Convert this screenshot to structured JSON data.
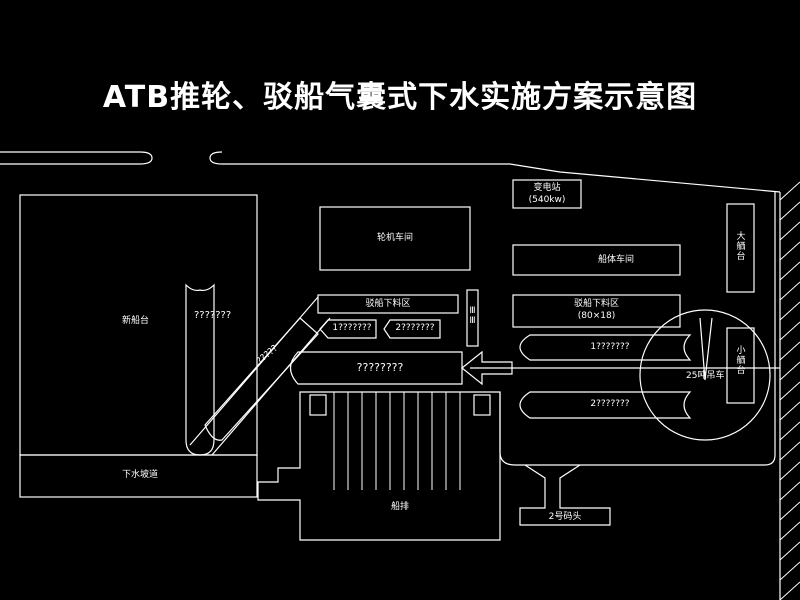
{
  "title": "ATB推轮、驳船气囊式下水实施方案示意图",
  "labels": {
    "substation": "变电站",
    "substation_capacity": "(540kw)",
    "processing_workshop": "轮机车间",
    "hull_workshop": "船体车间",
    "barge_block_area_left": "驳船下料区",
    "barge_block_area_right": "驳船下料区",
    "barge_block_area_right_size": "(80×18)",
    "new_berth": "新船台",
    "launch_slipway": "下水坡道",
    "slipway_yard": "船排",
    "dock_2": "2号码头",
    "large_platform": "大舾台",
    "small_platform": "小舾台",
    "crane_25t": "25吨吊车",
    "vertical_small_box": "ⅢⅢ",
    "question_col": "???????",
    "q_diagonal": "?????",
    "q_small_left": "1???????",
    "q_small_right": "2???????",
    "q_central_hull": "????????",
    "q_right_hull_1": "1???????",
    "q_right_hull_2": "2???????"
  },
  "colors": {
    "background": "#000000",
    "line": "#ffffff"
  }
}
